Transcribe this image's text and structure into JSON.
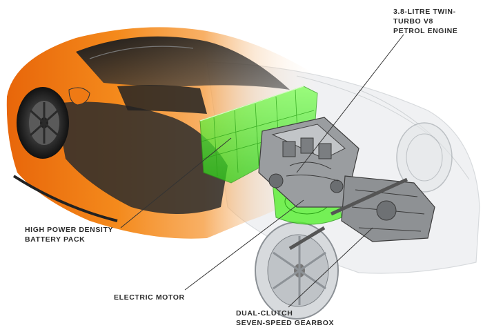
{
  "labels": {
    "engine": "3.8-LITRE TWIN-\nTURBO V8\nPETROL ENGINE",
    "battery": "HIGH POWER DENSITY\nBATTERY PACK",
    "motor": "ELECTRIC MOTOR",
    "gearbox": "DUAL-CLUTCH\nSEVEN-SPEED GEARBOX"
  },
  "colors": {
    "body_orange": "#f07a12",
    "body_dark": "#2a2a2a",
    "battery_green": "#5cff3a",
    "ghost_grey": "#cfd3d6",
    "label_text": "#2a2a2a"
  }
}
